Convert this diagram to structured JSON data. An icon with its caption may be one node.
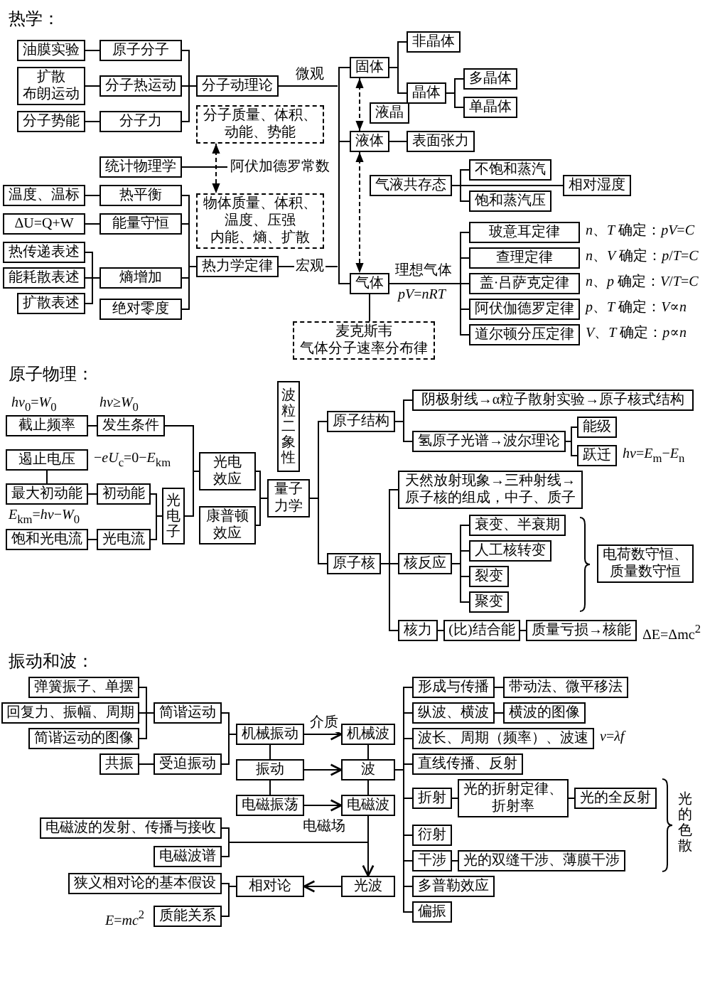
{
  "diagram": {
    "nodes": [
      {
        "text": [
          "油膜实验"
        ]
      },
      {
        "text": [
          "原子分子"
        ]
      },
      {
        "text": [
          "扩散",
          "布朗运动"
        ]
      },
      {
        "text": [
          "分子热运动"
        ]
      },
      {
        "text": [
          "分子势能"
        ]
      },
      {
        "text": [
          "分子力"
        ]
      },
      {
        "text": [
          "分子动理论"
        ]
      },
      {
        "text": [
          "分子质量、体积、动能、势能"
        ]
      },
      {
        "text": [
          "统计物理学"
        ]
      },
      {
        "text": [
          "阿伏加德罗常数"
        ]
      },
      {
        "text": [
          "温度、温标"
        ]
      },
      {
        "text": [
          "热平衡"
        ]
      },
      {
        "text": [
          "物体质量、体积、温度、压强",
          "内能、熵、扩散"
        ]
      },
      {
        "text": [
          "ΔU=Q+W"
        ]
      },
      {
        "text": [
          "能量守恒"
        ]
      },
      {
        "text": [
          "热力学定律"
        ]
      },
      {
        "text": [
          "热传递表述"
        ]
      },
      {
        "text": [
          "熵增加"
        ]
      },
      {
        "text": [
          "能耗散表述"
        ]
      },
      {
        "text": [
          "扩散表述"
        ]
      },
      {
        "text": [
          "绝对零度"
        ]
      },
      {
        "text": [
          "固体"
        ]
      },
      {
        "text": [
          "非晶体"
        ]
      },
      {
        "text": [
          "晶体"
        ]
      },
      {
        "text": [
          "多晶体"
        ]
      },
      {
        "text": [
          "单晶体"
        ]
      },
      {
        "text": [
          "液晶"
        ]
      },
      {
        "text": [
          "液体"
        ]
      },
      {
        "text": [
          "表面张力"
        ]
      },
      {
        "text": [
          "气液共存态"
        ]
      },
      {
        "text": [
          "不饱和蒸汽"
        ]
      },
      {
        "text": [
          "饱和蒸汽压"
        ]
      },
      {
        "text": [
          "相对湿度"
        ]
      },
      {
        "text": [
          "气体"
        ],
        "beside": [
          "理想气体",
          "*pV*=*nRT*"
        ]
      },
      {
        "text": [
          "玻意耳定律"
        ],
        "beside": [
          "*n*、*T* 确定：*pV*=*C*"
        ]
      },
      {
        "text": [
          "查理定律"
        ],
        "beside": [
          "*n*、*V* 确定：*p*/*T*=*C*"
        ]
      },
      {
        "text": [
          "盖·吕萨克定律"
        ],
        "beside": [
          "*n*、*p* 确定：*V*/*T*=*C*"
        ]
      },
      {
        "text": [
          "阿伏伽德罗定律"
        ],
        "beside": [
          "*p*、*T* 确定：*V*∝*n*"
        ]
      },
      {
        "text": [
          "道尔顿分压定律"
        ],
        "beside": [
          "*V*、*T* 确定：*p*∝*n*"
        ]
      },
      {
        "text": [
          "麦克斯韦",
          "气体分子速率分布律"
        ]
      },
      {
        "text": [
          "截止频率"
        ],
        "beside": [
          "*hν*$_{0}$=*W*$_{0}$"
        ]
      },
      {
        "text": [
          "发生条件"
        ],
        "beside": [
          "*hν*≥*W*$_{0}$"
        ]
      },
      {
        "text": [
          "遏止电压"
        ],
        "beside": [
          "−*eU*$_{c}$=0−*E*$_{km}$"
        ]
      },
      {
        "text": [
          "最大初动能"
        ],
        "beside": [
          "*E*$_{km}$=*hν*−*W*$_{0}$"
        ]
      },
      {
        "text": [
          "初动能"
        ]
      },
      {
        "text": [
          "饱和光电流"
        ]
      },
      {
        "text": [
          "光电流"
        ]
      },
      {
        "text": [
          "光电子"
        ]
      },
      {
        "text": [
          "光电效应"
        ]
      },
      {
        "text": [
          "康普顿效应"
        ]
      },
      {
        "text": [
          "波粒二象性"
        ]
      },
      {
        "text": [
          "量子力学"
        ]
      },
      {
        "text": [
          "原子结构"
        ]
      },
      {
        "text": [
          "阴极射线→α粒子散射实验→原子核式结构"
        ]
      },
      {
        "text": [
          "氢原子光谱→波尔理论"
        ]
      },
      {
        "text": [
          "能级"
        ]
      },
      {
        "text": [
          "跃迁"
        ],
        "beside": [
          "*hν*=*E*$_{m}$−*E*$_{n}$"
        ]
      },
      {
        "text": [
          "原子核"
        ]
      },
      {
        "text": [
          "天然放射现象→三种射线→原子核的组成，中子、质子"
        ]
      },
      {
        "text": [
          "核反应"
        ]
      },
      {
        "text": [
          "衰变、半衰期"
        ]
      },
      {
        "text": [
          "人工核转变"
        ]
      },
      {
        "text": [
          "裂变"
        ]
      },
      {
        "text": [
          "聚变"
        ]
      },
      {
        "text": [
          "电荷数守恒、质量数守恒"
        ]
      },
      {
        "text": [
          "核力"
        ]
      },
      {
        "text": [
          "(比)结合能"
        ]
      },
      {
        "text": [
          "质量亏损→核能"
        ],
        "beside": [
          "ΔE=Δmc$^{2}$"
        ]
      },
      {
        "text": [
          "弹簧振子、单摆"
        ]
      },
      {
        "text": [
          "回复力、振幅、周期"
        ]
      },
      {
        "text": [
          "简谐运动的图像"
        ]
      },
      {
        "text": [
          "简谐运动"
        ]
      },
      {
        "text": [
          "共振"
        ]
      },
      {
        "text": [
          "受迫振动"
        ]
      },
      {
        "text": [
          "机械振动"
        ]
      },
      {
        "text": [
          "振动"
        ]
      },
      {
        "text": [
          "电磁振荡"
        ]
      },
      {
        "text": [
          "机械波"
        ]
      },
      {
        "text": [
          "波"
        ]
      },
      {
        "text": [
          "电磁波"
        ]
      },
      {
        "text": [
          "电磁波的发射、传播与接收"
        ]
      },
      {
        "text": [
          "电磁波谱"
        ]
      },
      {
        "text": [
          "光波"
        ]
      },
      {
        "text": [
          "狭义相对论的基本假设"
        ]
      },
      {
        "text": [
          "相对论"
        ]
      },
      {
        "text": [
          "质能关系"
        ],
        "beside": [
          "*E*=*mc*$^{2}$"
        ]
      },
      {
        "text": [
          "形成与传播"
        ]
      },
      {
        "text": [
          "带动法、微平移法"
        ]
      },
      {
        "text": [
          "纵波、横波"
        ]
      },
      {
        "text": [
          "横波的图像"
        ]
      },
      {
        "text": [
          "波长、周期（频率）、波速"
        ],
        "beside": [
          "*v*=*λf*"
        ]
      },
      {
        "text": [
          "直线传播、反射"
        ]
      },
      {
        "text": [
          "折射"
        ]
      },
      {
        "text": [
          "光的折射定律、折射率"
        ]
      },
      {
        "text": [
          "光的全反射"
        ]
      },
      {
        "text": [
          "衍射"
        ]
      },
      {
        "text": [
          "干涉"
        ]
      },
      {
        "text": [
          "光的双缝干涉、薄膜干涉"
        ]
      },
      {
        "text": [
          "多普勒效应"
        ]
      },
      {
        "text": [
          "偏振"
        ]
      },
      {
        "text": [],
        "shape": "bar"
      }
    ],
    "edges": [
      {
        "from": 0,
        "to": 1,
        "arrow": "none"
      },
      {
        "from": 2,
        "to": 3,
        "arrow": "none"
      },
      {
        "from": 4,
        "to": 5,
        "arrow": "none"
      },
      {
        "from": 1,
        "to": 6,
        "arrow": "none"
      },
      {
        "from": 3,
        "to": 6,
        "arrow": "none"
      },
      {
        "from": 5,
        "to": 6,
        "arrow": "none"
      },
      {
        "from": 6,
        "to": 100,
        "arrow": "none",
        "label": "微观"
      },
      {
        "from": 100,
        "to": 21,
        "arrow": "none"
      },
      {
        "from": 100,
        "to": 27,
        "arrow": "none"
      },
      {
        "from": 7,
        "to": 12,
        "arrow": "both",
        "style": "dashed"
      },
      {
        "from": 8,
        "to": 9,
        "arrow": "none"
      },
      {
        "from": 10,
        "to": 11,
        "arrow": "none"
      },
      {
        "from": 13,
        "to": 14,
        "arrow": "none"
      },
      {
        "from": 16,
        "to": 17,
        "arrow": "none"
      },
      {
        "from": 18,
        "to": 17,
        "arrow": "none"
      },
      {
        "from": 19,
        "to": 17,
        "arrow": "none"
      },
      {
        "from": 11,
        "to": 15,
        "arrow": "none"
      },
      {
        "from": 14,
        "to": 15,
        "arrow": "none"
      },
      {
        "from": 17,
        "to": 15,
        "arrow": "none"
      },
      {
        "from": 20,
        "to": 15,
        "arrow": "none"
      },
      {
        "from": 15,
        "to": 100,
        "arrow": "none",
        "label": "宏观"
      },
      {
        "from": 100,
        "to": 33,
        "arrow": "none"
      },
      {
        "from": 21,
        "to": 22,
        "arrow": "none"
      },
      {
        "from": 21,
        "to": 23,
        "arrow": "none"
      },
      {
        "from": 23,
        "to": 24,
        "arrow": "none"
      },
      {
        "from": 23,
        "to": 25,
        "arrow": "none"
      },
      {
        "from": 21,
        "to": 27,
        "arrow": "both",
        "style": "dashed"
      },
      {
        "from": 27,
        "to": 28,
        "arrow": "none"
      },
      {
        "from": 27,
        "to": 33,
        "arrow": "both",
        "style": "dashed"
      },
      {
        "from": 29,
        "to": 30,
        "arrow": "none"
      },
      {
        "from": 29,
        "to": 31,
        "arrow": "none"
      },
      {
        "from": 29,
        "to": 32,
        "arrow": "none"
      },
      {
        "from": 33,
        "to": 34,
        "arrow": "none"
      },
      {
        "from": 33,
        "to": 35,
        "arrow": "none"
      },
      {
        "from": 33,
        "to": 36,
        "arrow": "none"
      },
      {
        "from": 33,
        "to": 37,
        "arrow": "none"
      },
      {
        "from": 33,
        "to": 38,
        "arrow": "none"
      },
      {
        "from": 33,
        "to": 39,
        "arrow": "none"
      },
      {
        "from": 40,
        "to": 41,
        "arrow": "none"
      },
      {
        "from": 41,
        "to": 48,
        "arrow": "none"
      },
      {
        "from": 42,
        "to": 43,
        "arrow": "none"
      },
      {
        "from": 43,
        "to": 44,
        "arrow": "none"
      },
      {
        "from": 45,
        "to": 46,
        "arrow": "none"
      },
      {
        "from": 44,
        "to": 47,
        "arrow": "none"
      },
      {
        "from": 46,
        "to": 47,
        "arrow": "none"
      },
      {
        "from": 47,
        "to": 48,
        "arrow": "none"
      },
      {
        "from": 48,
        "to": 51,
        "arrow": "none"
      },
      {
        "from": 49,
        "to": 51,
        "arrow": "none"
      },
      {
        "from": 51,
        "to": 52,
        "arrow": "none"
      },
      {
        "from": 51,
        "to": 57,
        "arrow": "none"
      },
      {
        "from": 52,
        "to": 53,
        "arrow": "none"
      },
      {
        "from": 52,
        "to": 54,
        "arrow": "none"
      },
      {
        "from": 54,
        "to": 55,
        "arrow": "none"
      },
      {
        "from": 54,
        "to": 56,
        "arrow": "none"
      },
      {
        "from": 57,
        "to": 58,
        "arrow": "none"
      },
      {
        "from": 57,
        "to": 59,
        "arrow": "none"
      },
      {
        "from": 57,
        "to": 65,
        "arrow": "none"
      },
      {
        "from": 59,
        "to": 60,
        "arrow": "none"
      },
      {
        "from": 59,
        "to": 61,
        "arrow": "none"
      },
      {
        "from": 59,
        "to": 62,
        "arrow": "none"
      },
      {
        "from": 59,
        "to": 63,
        "arrow": "none"
      },
      {
        "from": 65,
        "to": 66,
        "arrow": "none"
      },
      {
        "from": 66,
        "to": 67,
        "arrow": "none"
      },
      {
        "from": 68,
        "to": 71,
        "arrow": "none"
      },
      {
        "from": 69,
        "to": 71,
        "arrow": "none"
      },
      {
        "from": 70,
        "to": 71,
        "arrow": "none"
      },
      {
        "from": 72,
        "to": 73,
        "arrow": "none"
      },
      {
        "from": 71,
        "to": 74,
        "arrow": "none"
      },
      {
        "from": 73,
        "to": 74,
        "arrow": "none"
      },
      {
        "from": 74,
        "to": 75,
        "arrow": "none"
      },
      {
        "from": 75,
        "to": 76,
        "arrow": "none"
      },
      {
        "from": 74,
        "to": 77,
        "arrow": "to",
        "label": "介质"
      },
      {
        "from": 75,
        "to": 78,
        "arrow": "to"
      },
      {
        "from": 76,
        "to": 79,
        "arrow": "to",
        "label": "电磁场"
      },
      {
        "from": 77,
        "to": 78,
        "arrow": "none"
      },
      {
        "from": 78,
        "to": 79,
        "arrow": "none"
      },
      {
        "from": 79,
        "to": 82,
        "arrow": "to"
      },
      {
        "from": 79,
        "to": 80,
        "arrow": "none"
      },
      {
        "from": 79,
        "to": 81,
        "arrow": "none"
      },
      {
        "from": 82,
        "to": 84,
        "arrow": "to"
      },
      {
        "from": 83,
        "to": 84,
        "arrow": "none"
      },
      {
        "from": 85,
        "to": 84,
        "arrow": "none"
      },
      {
        "from": 78,
        "to": 86,
        "arrow": "none"
      },
      {
        "from": 78,
        "to": 88,
        "arrow": "none"
      },
      {
        "from": 78,
        "to": 90,
        "arrow": "none"
      },
      {
        "from": 78,
        "to": 91,
        "arrow": "none"
      },
      {
        "from": 78,
        "to": 92,
        "arrow": "none"
      },
      {
        "from": 78,
        "to": 95,
        "arrow": "none"
      },
      {
        "from": 78,
        "to": 96,
        "arrow": "none"
      },
      {
        "from": 78,
        "to": 98,
        "arrow": "none"
      },
      {
        "from": 78,
        "to": 99,
        "arrow": "none"
      },
      {
        "from": 86,
        "to": 87,
        "arrow": "none"
      },
      {
        "from": 88,
        "to": 89,
        "arrow": "none"
      },
      {
        "from": 92,
        "to": 93,
        "arrow": "none"
      },
      {
        "from": 93,
        "to": 94,
        "arrow": "none"
      },
      {
        "from": 96,
        "to": 97,
        "arrow": "none"
      }
    ],
    "labels": [
      "热学：",
      "原子物理：",
      "振动和波：",
      "光的色散"
    ]
  }
}
